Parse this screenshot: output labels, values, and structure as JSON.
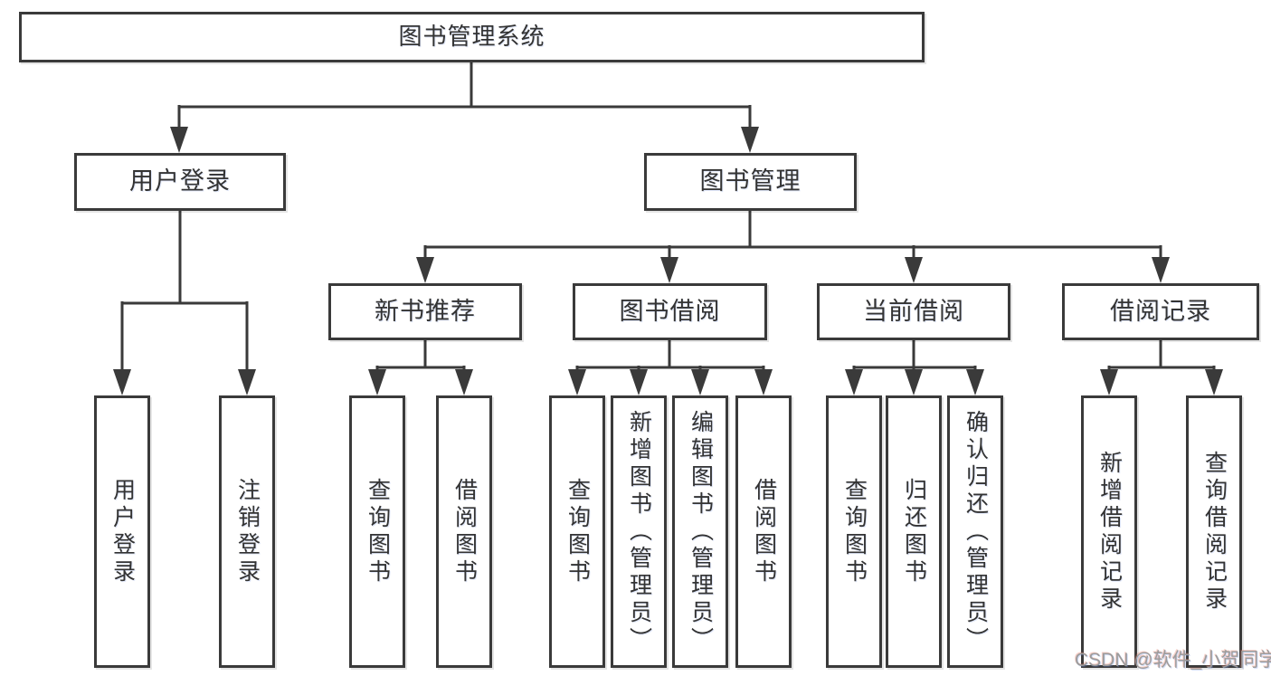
{
  "tree": {
    "root": {
      "label": "图书管理系统"
    },
    "branches": [
      {
        "label": "用户登录",
        "children": [
          "用户登录",
          "注销登录"
        ]
      },
      {
        "label": "图书管理",
        "groups": [
          {
            "label": "新书推荐",
            "children": [
              "查询图书",
              "借阅图书"
            ]
          },
          {
            "label": "图书借阅",
            "children": [
              "查询图书",
              "新增图书（管理员）",
              "编辑图书（管理员）",
              "借阅图书"
            ]
          },
          {
            "label": "当前借阅",
            "children": [
              "查询图书",
              "归还图书",
              "确认归还（管理员）"
            ]
          },
          {
            "label": "借阅记录",
            "children": [
              "新增借阅记录",
              "查询借阅记录"
            ]
          }
        ]
      }
    ]
  },
  "watermark": "CSDN @软件_小贺同学",
  "colors": {
    "line": "#3a3a3a",
    "text": "#333333",
    "background": "#ffffff",
    "watermark": "#9c9c9c"
  }
}
